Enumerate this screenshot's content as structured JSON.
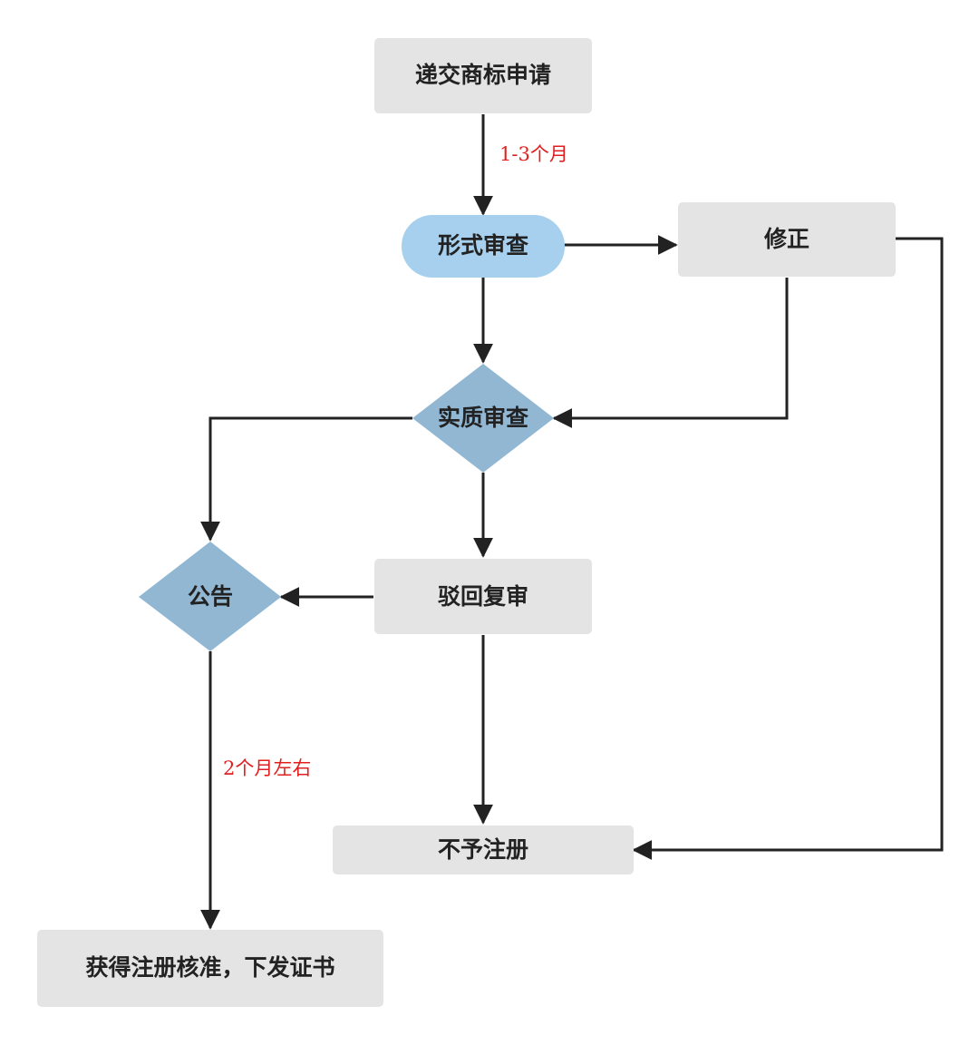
{
  "nodes": {
    "submit": "递交商标申请",
    "formal_review": "形式审查",
    "correction": "修正",
    "substantive_review": "实质审查",
    "announcement": "公告",
    "rejection_review": "驳回复审",
    "refusal": "不予注册",
    "approved": "获得注册核准，下发证书"
  },
  "edge_labels": {
    "submit_to_formal": "1-3个月",
    "announce_to_approved": "2个月左右"
  },
  "colors": {
    "box_fill": "#e4e4e4",
    "formal_fill": "#a6d0ee",
    "diamond_fill": "#91b7d3",
    "line": "#222222",
    "label": "#e02020"
  }
}
